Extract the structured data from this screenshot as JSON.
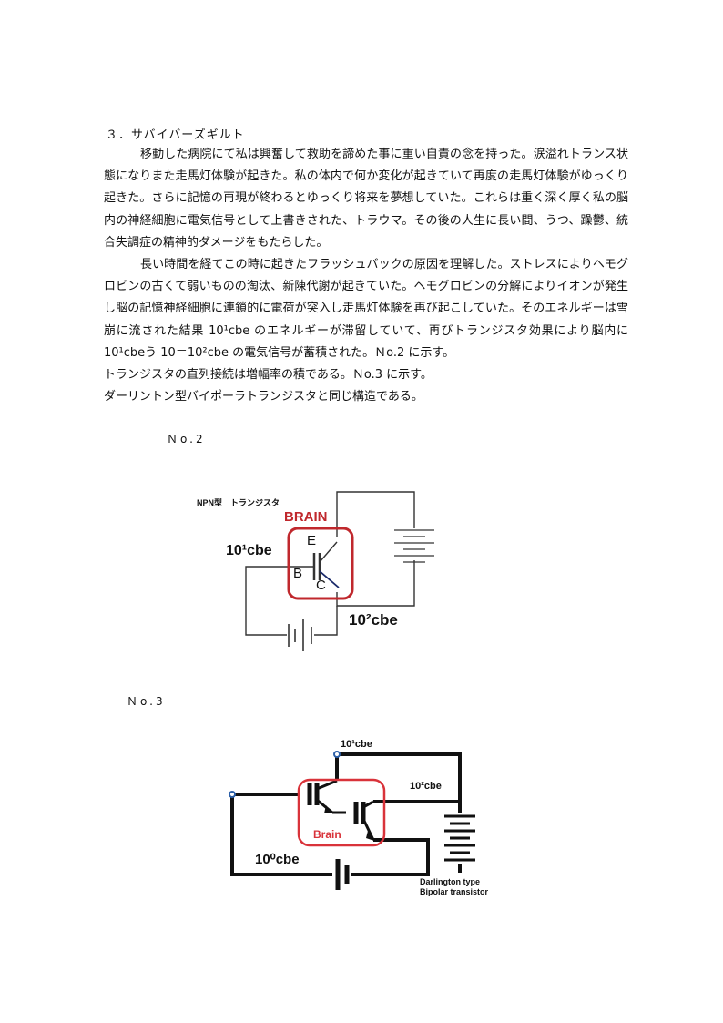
{
  "section": {
    "heading": "３．サバイバーズギルト",
    "paragraphs": [
      "移動した病院にて私は興奮して救助を諦めた事に重い自責の念を持った。涙溢れトランス状態になりまた走馬灯体験が起きた。私の体内で何か変化が起きていて再度の走馬灯体験がゆっくり起きた。さらに記憶の再現が終わるとゆっくり将来を夢想していた。これらは重く深く厚く私の脳内の神経細胞に電気信号として上書きされた、トラウマ。その後の人生に長い間、うつ、躁鬱、統合失調症の精神的ダメージをもたらした。",
      "長い時間を経てこの時に起きたフラッシュバックの原因を理解した。ストレスによりヘモグロビンの古くて弱いものの淘汰、新陳代謝が起きていた。ヘモグロビンの分解によりイオンが発生し脳の記憶神経細胞に連鎖的に電荷が突入し走馬灯体験を再び起こしていた。そのエネルギーは雪崩に流された結果 10¹cbe のエネルギーが滞留していて、再びトランジスタ効果により脳内に 10¹cbeう 10＝10²cbe の電気信号が蓄積された。Ｎo.2 に示す。",
      "トランジスタの直列接続は増幅率の積である。Ｎo.3 に示す。",
      "ダーリントン型バイポーラトランジスタと同じ構造である。"
    ]
  },
  "figure2": {
    "label": "Ｎo.2",
    "title": "NPN型　トランジスタ",
    "brain": "BRAIN",
    "input": "10¹cbe",
    "output": "10²cbe",
    "emitter": "E",
    "base": "B",
    "collector": "C",
    "colors": {
      "brain": "#c0282d",
      "wire": "#333333"
    }
  },
  "figure3": {
    "label": "Ｎo.3",
    "top_value": "10¹cbe",
    "mid_value": "10²cbe",
    "bottom_value": "10⁰cbe",
    "brain": "Brain",
    "caption_line1": "Darlington type",
    "caption_line2": "Bipolar transistor",
    "colors": {
      "brain": "#d9333a",
      "wire": "#111111",
      "node": "#2b5fa8"
    }
  }
}
